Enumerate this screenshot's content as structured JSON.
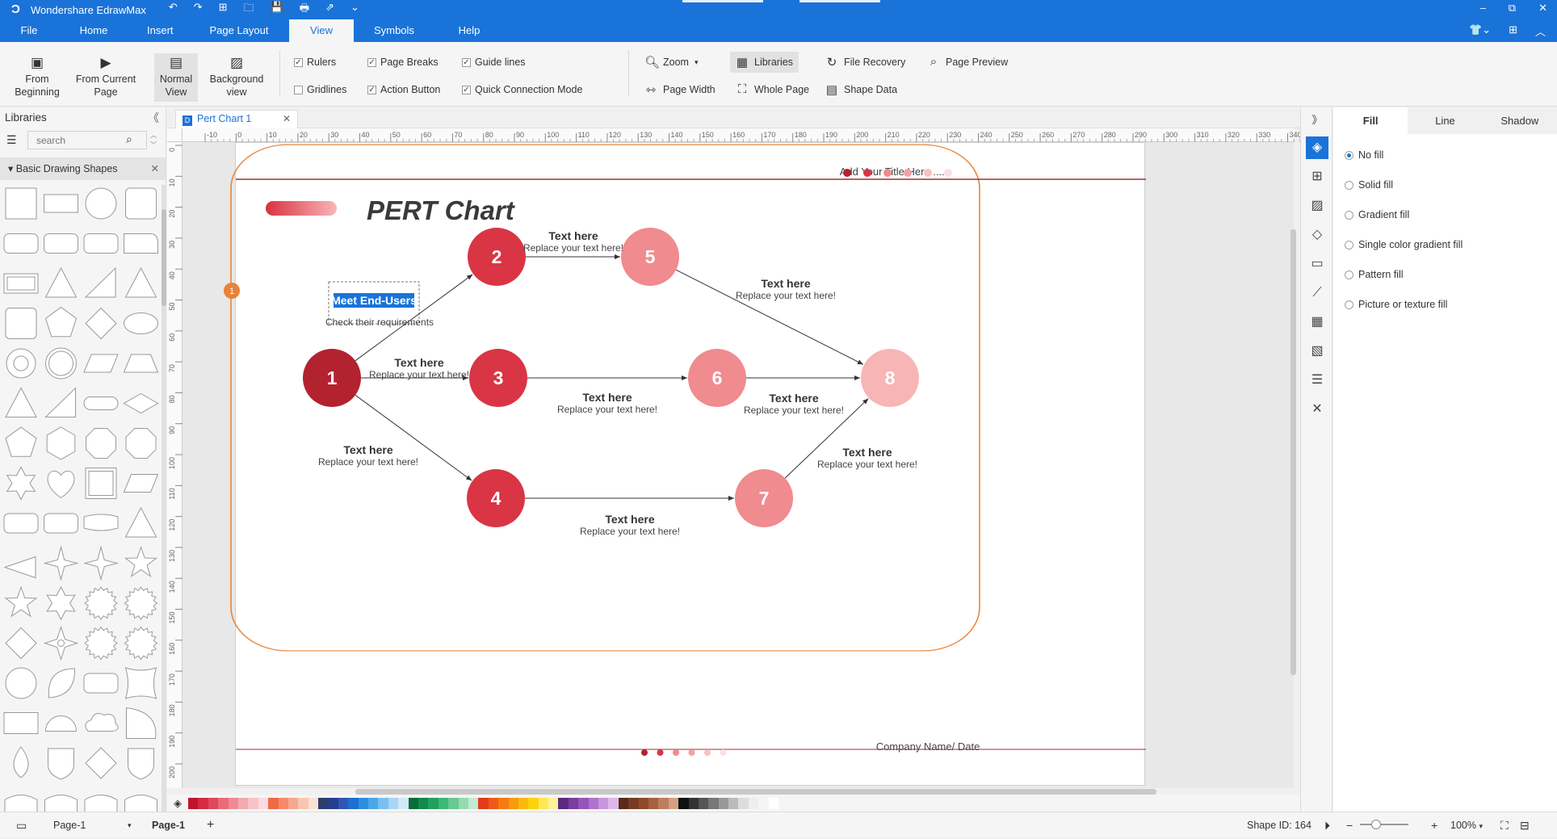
{
  "app": {
    "name": "Wondershare EdrawMax"
  },
  "titlebar": {
    "quick_icons": [
      "↶",
      "↷",
      "⊞",
      "🗀",
      "💾",
      "🖶",
      "⇗",
      "⌄"
    ],
    "window_controls": [
      "–",
      "⧉",
      "✕"
    ]
  },
  "menu": {
    "items": [
      "File",
      "Home",
      "Insert",
      "Page Layout",
      "View",
      "Symbols",
      "Help"
    ],
    "active": "View"
  },
  "ribbon": {
    "from_beginning": [
      "From",
      "Beginning"
    ],
    "from_current": [
      "From Current",
      "Page"
    ],
    "normal_view": [
      "Normal",
      "View"
    ],
    "background_view": [
      "Background",
      "view"
    ],
    "rulers": "Rulers",
    "gridlines": "Gridlines",
    "page_breaks": "Page Breaks",
    "action_button": "Action Button",
    "guide_lines": "Guide lines",
    "quick_connection_mode": "Quick Connection Mode",
    "zoom": "Zoom",
    "page_width": "Page Width",
    "libraries": "Libraries",
    "whole_page": "Whole Page",
    "file_recovery": "File Recovery",
    "shape_data": "Shape Data",
    "page_preview": "Page Preview"
  },
  "library": {
    "title": "Libraries",
    "search_placeholder": "search",
    "section": "Basic Drawing Shapes"
  },
  "doc_tab": {
    "label": "Pert Chart 1"
  },
  "ruler": {
    "h_labels": [
      "-10",
      "0",
      "10",
      "20",
      "30",
      "40",
      "50",
      "60",
      "70",
      "80",
      "90",
      "100",
      "110",
      "120",
      "130",
      "140",
      "150",
      "160",
      "170",
      "180",
      "190",
      "200",
      "210",
      "220",
      "230",
      "240",
      "250",
      "260",
      "270",
      "280",
      "290",
      "300",
      "310",
      "320",
      "330",
      "340"
    ],
    "v_labels": [
      "0",
      "10",
      "20",
      "30",
      "40",
      "50",
      "60",
      "70",
      "80",
      "90",
      "100",
      "110",
      "120",
      "130",
      "140",
      "150",
      "160",
      "170",
      "180",
      "190",
      "200"
    ]
  },
  "diagram": {
    "header_title": "Add Your Title Here ......",
    "chart_title": "PERT Chart",
    "footer_text": "Company Name/ Date",
    "marker": "1",
    "selected_text": "Meet End-Users",
    "selected_sub": "Check their requirements",
    "nodes": [
      {
        "id": "1",
        "color": "#b3222f"
      },
      {
        "id": "2",
        "color": "#d93545"
      },
      {
        "id": "3",
        "color": "#d93545"
      },
      {
        "id": "4",
        "color": "#d93545"
      },
      {
        "id": "5",
        "color": "#f08b8f"
      },
      {
        "id": "6",
        "color": "#f08b8f"
      },
      {
        "id": "7",
        "color": "#f08b8f"
      },
      {
        "id": "8",
        "color": "#f8b5b6"
      }
    ],
    "edge_label_title": "Text here",
    "edge_label_sub": "Replace your text here!"
  },
  "props": {
    "tabs": [
      "Fill",
      "Line",
      "Shadow"
    ],
    "active_tab": "Fill",
    "options": [
      "No fill",
      "Solid fill",
      "Gradient fill",
      "Single color gradient fill",
      "Pattern fill",
      "Picture or texture fill"
    ],
    "selected": "No fill"
  },
  "status": {
    "page_select": "Page-1",
    "page_tab": "Page-1",
    "shape_id": "Shape ID: 164",
    "zoom": "100%"
  },
  "colors": {
    "accent": "#1a73d9",
    "frame": "#e8833a",
    "rule": "#a62a36"
  }
}
